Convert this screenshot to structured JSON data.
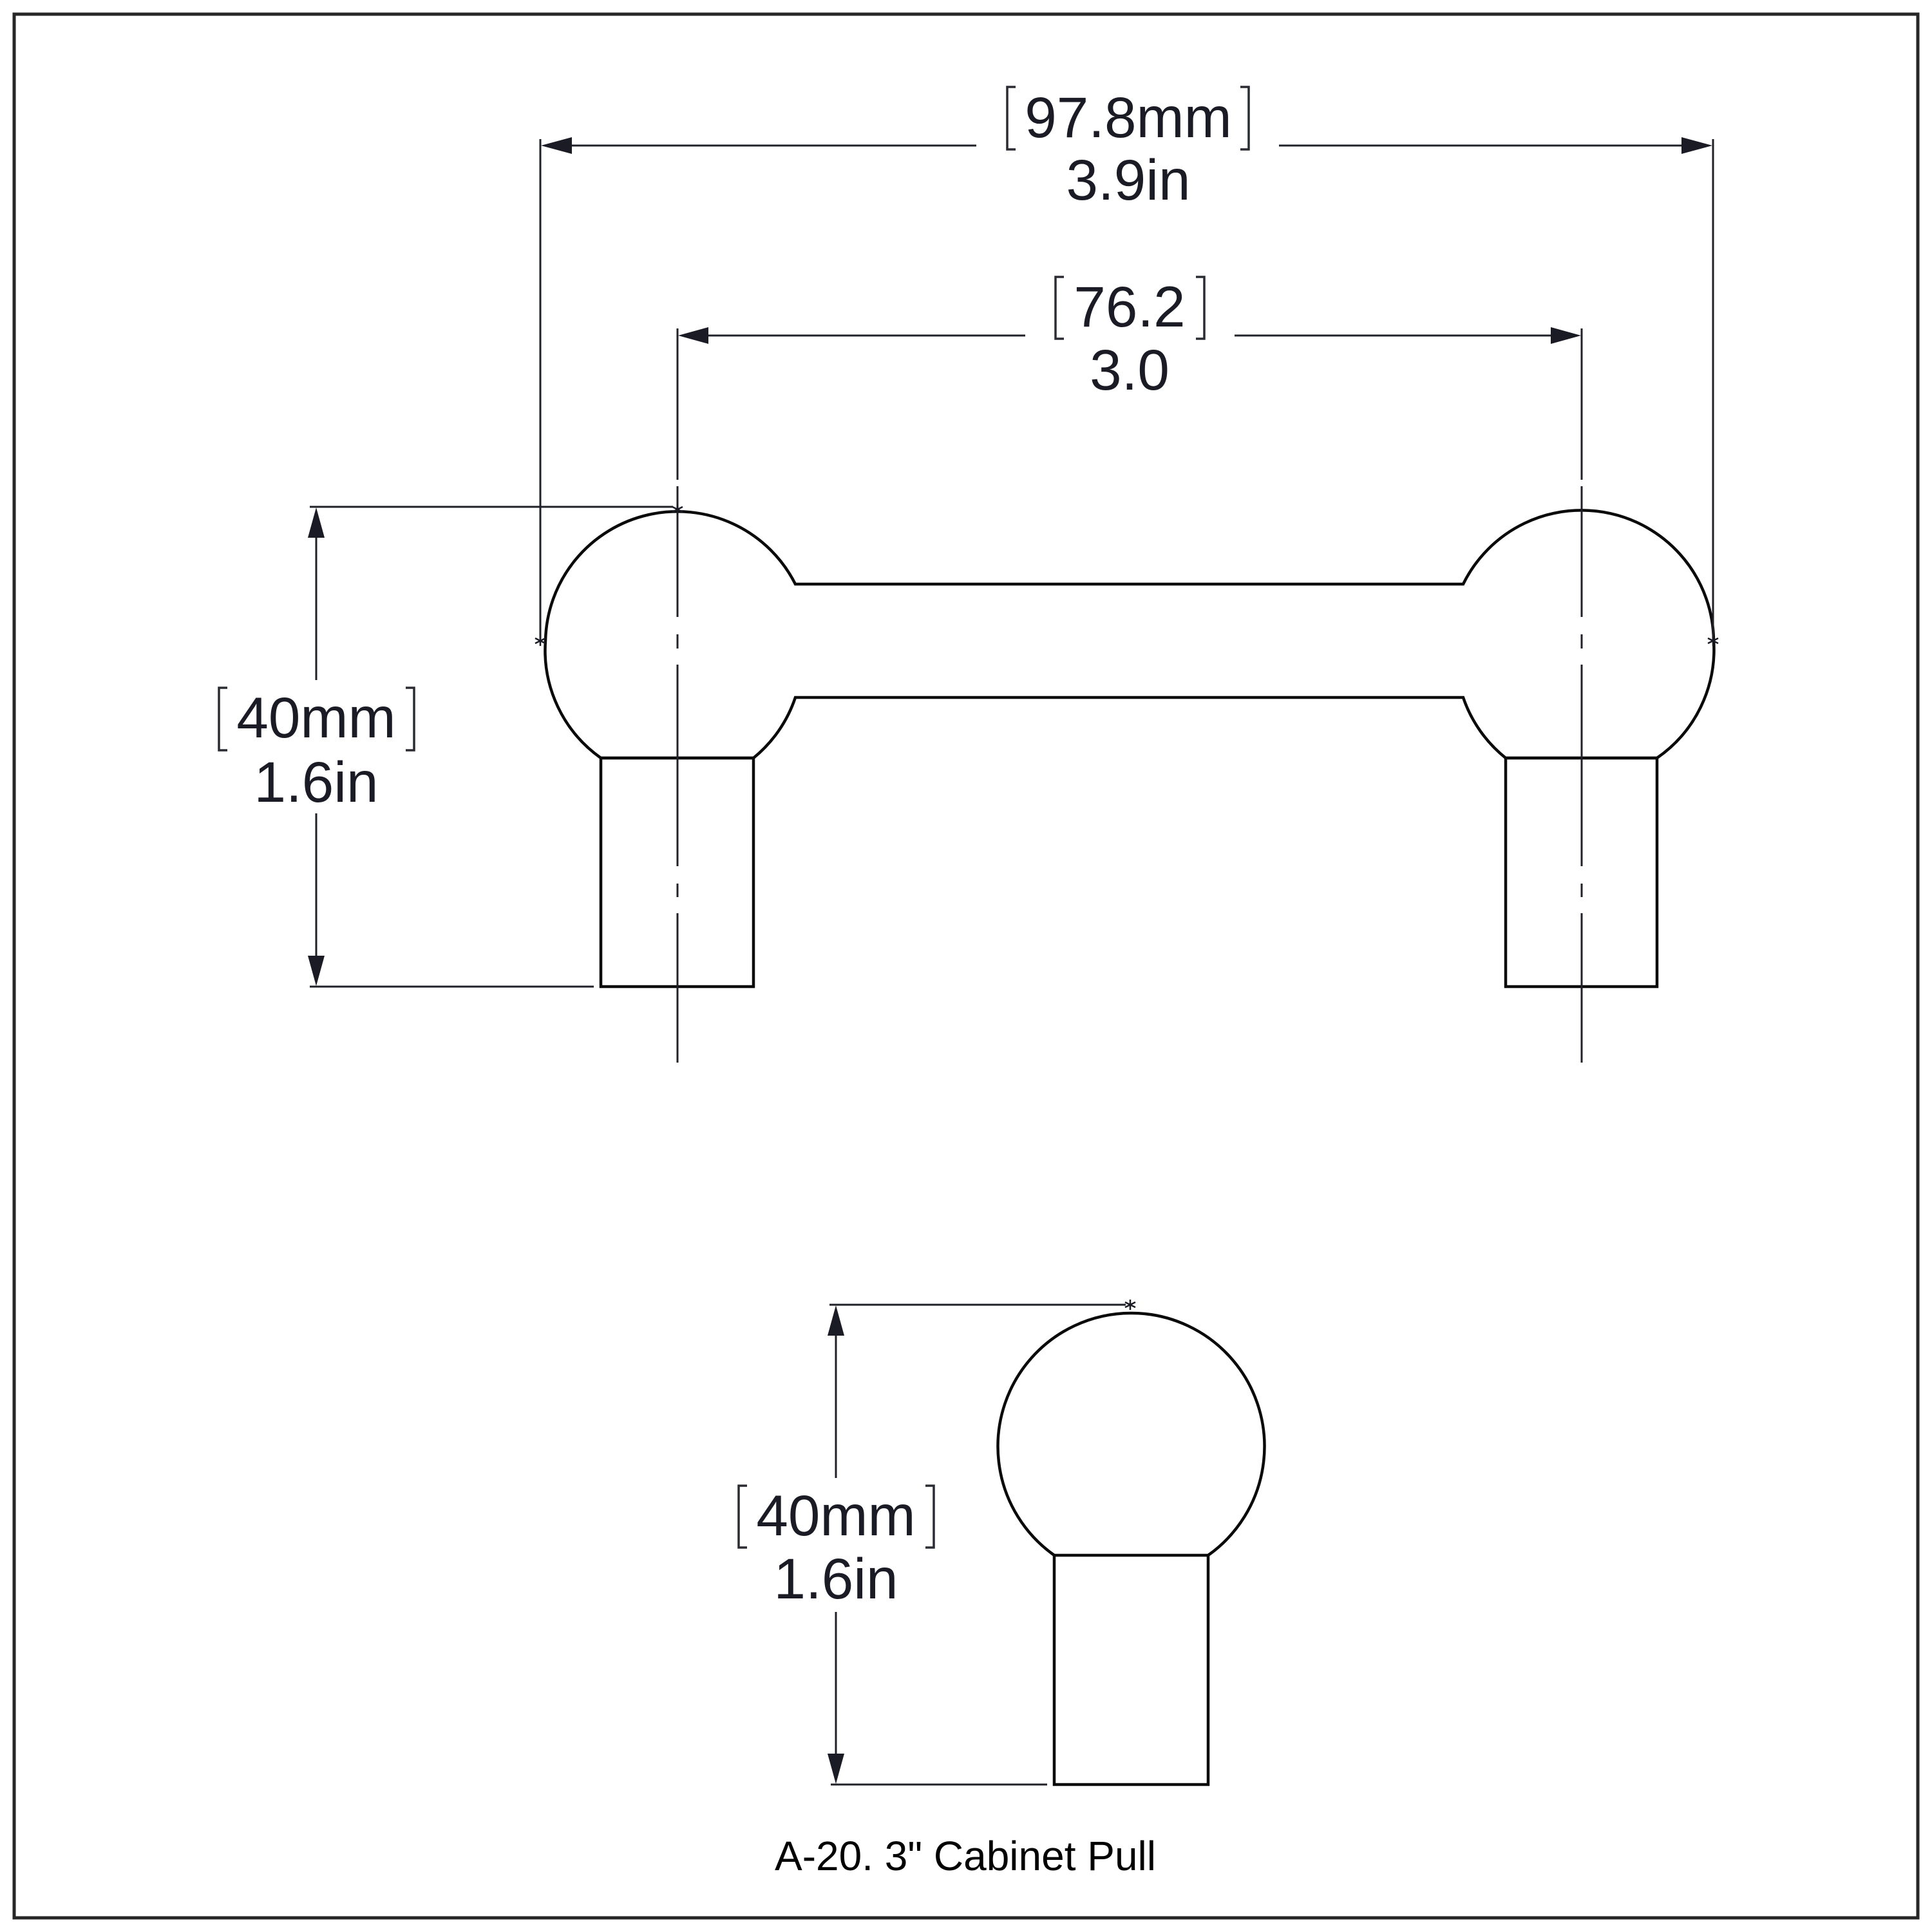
{
  "drawing": {
    "caption": "A-20. 3\" Cabinet Pull",
    "colors": {
      "line": "#0a0a0a",
      "dimension": "#1f2028",
      "frame": "#262626",
      "background": "#ffffff"
    },
    "front_view": {
      "overall_length": {
        "metric": "97.8mm",
        "imperial": "3.9in"
      },
      "center_to_center": {
        "metric": "76.2",
        "imperial": "3.0"
      },
      "height": {
        "metric": "40mm",
        "imperial": "1.6in"
      }
    },
    "side_view": {
      "height": {
        "metric": "40mm",
        "imperial": "1.6in"
      }
    }
  }
}
